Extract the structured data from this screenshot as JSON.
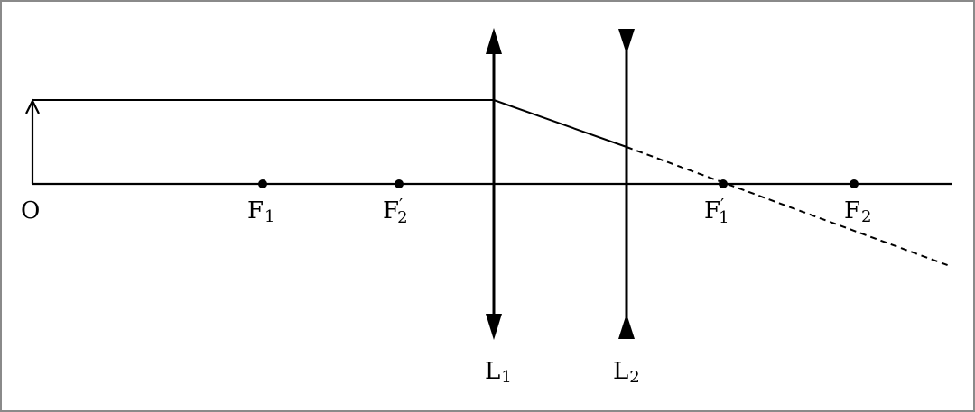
{
  "diagram": {
    "labels": {
      "origin": "O",
      "f1": {
        "main": "F",
        "sub": "1"
      },
      "f2_prime": {
        "main": "F",
        "prime": "′",
        "sub": "2"
      },
      "f1_prime": {
        "main": "F",
        "prime": "′",
        "sub": "1"
      },
      "f2": {
        "main": "F",
        "sub": "2"
      },
      "lens1": {
        "main": "L",
        "sub": "1"
      },
      "lens2": {
        "main": "L",
        "sub": "2"
      }
    },
    "colors": {
      "ink": "#000000",
      "border": "#8a8a8a",
      "background": "#ffffff"
    },
    "elements": {
      "lens1_type": "converging",
      "lens2_type": "diverging",
      "ray_extension_style": "dashed"
    }
  }
}
